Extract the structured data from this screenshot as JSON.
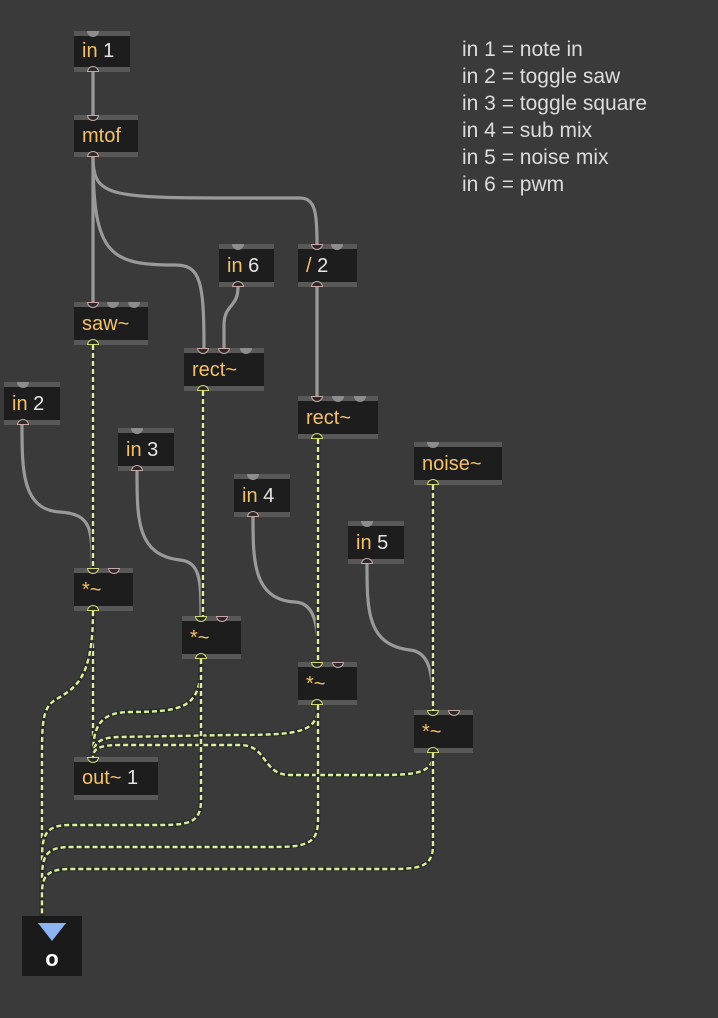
{
  "comment": {
    "lines": [
      "in 1 = note in",
      "in 2 = toggle saw",
      "in 3 = toggle square",
      "in 4 = sub mix",
      "in 5 = noise mix",
      "in 6 = pwm"
    ]
  },
  "objects": {
    "in1": {
      "kw": "in",
      "num": "1"
    },
    "mtof": {
      "kw": "mtof",
      "num": ""
    },
    "in6": {
      "kw": "in",
      "num": "6"
    },
    "div2": {
      "kw": "/",
      "num": "2"
    },
    "saw": {
      "kw": "saw~",
      "num": ""
    },
    "rect1": {
      "kw": "rect~",
      "num": ""
    },
    "in2": {
      "kw": "in",
      "num": "2"
    },
    "rect2": {
      "kw": "rect~",
      "num": ""
    },
    "in3": {
      "kw": "in",
      "num": "3"
    },
    "noise": {
      "kw": "noise~",
      "num": ""
    },
    "in4": {
      "kw": "in",
      "num": "4"
    },
    "in5": {
      "kw": "in",
      "num": "5"
    },
    "mul1": {
      "kw": "*~",
      "num": ""
    },
    "mul2": {
      "kw": "*~",
      "num": ""
    },
    "mul3": {
      "kw": "*~",
      "num": ""
    },
    "mul4": {
      "kw": "*~",
      "num": ""
    },
    "out1": {
      "kw": "out~",
      "num": "1"
    }
  },
  "dac": {
    "label": "o",
    "icon": "speaker-triangle-icon",
    "accent": "#8cb4f2"
  },
  "colors": {
    "canvas": "#3a3a3a",
    "box": "#1d1d1d",
    "keyword": "#f4c16a",
    "signal_cord": "#d9ee9a",
    "control_cord": "#9a9a9a"
  }
}
